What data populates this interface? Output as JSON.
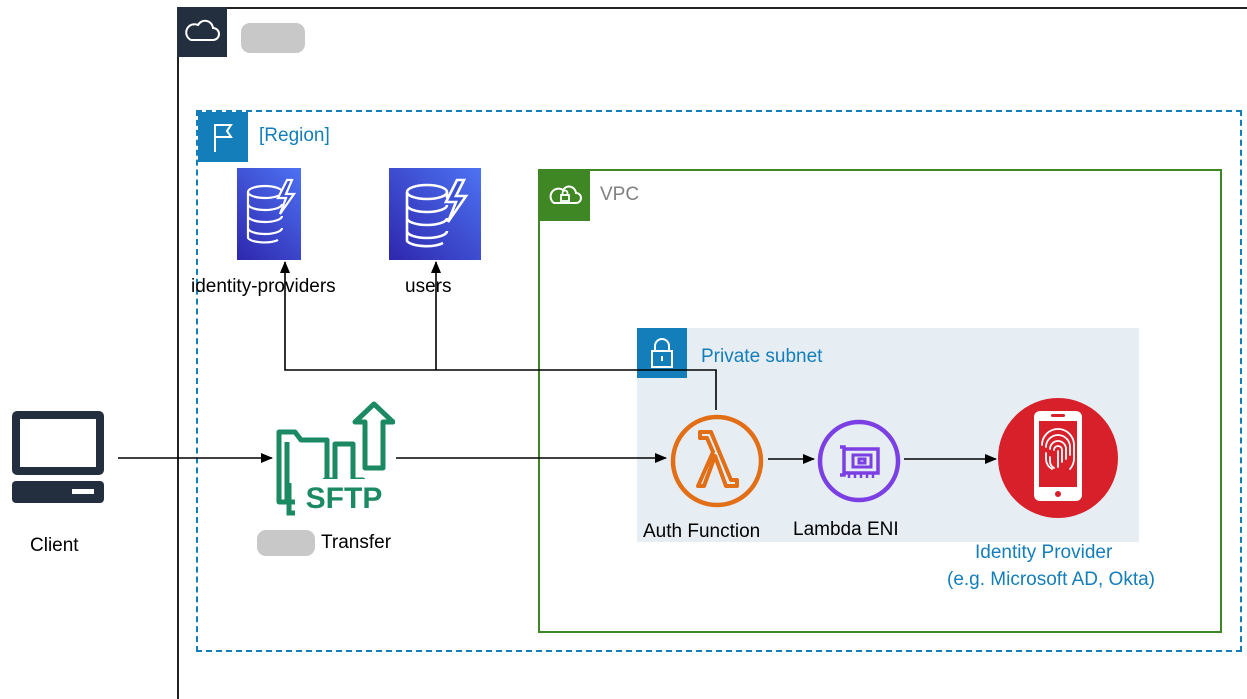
{
  "cloud": {
    "icon": "cloud-icon",
    "label_redacted": true
  },
  "region": {
    "label": "[Region]",
    "icon": "flag-icon",
    "color": "#147EBA"
  },
  "vpc": {
    "label": "VPC",
    "icon": "vpc-cloud-lock-icon",
    "border_color": "#3F8624"
  },
  "subnet": {
    "label": "Private subnet",
    "icon": "padlock-icon",
    "color": "#147EBA",
    "fill": "#E6EEF4"
  },
  "tables": [
    {
      "label": "identity-providers",
      "icon": "dynamodb-icon"
    },
    {
      "label": "users",
      "icon": "dynamodb-icon"
    }
  ],
  "client": {
    "label": "Client",
    "icon": "laptop-icon"
  },
  "transfer": {
    "label": "Transfer",
    "icon": "sftp-icon",
    "prefix_redacted": true,
    "color": "#1B8A62"
  },
  "auth": {
    "label": "Auth Function",
    "icon": "lambda-icon",
    "color": "#E26E15"
  },
  "eni": {
    "label": "Lambda ENI",
    "icon": "network-interface-icon",
    "color": "#7B3FE4"
  },
  "idp": {
    "label_line1": "Identity Provider",
    "label_line2": "(e.g. Microsoft AD, Okta)",
    "icon": "fingerprint-phone-icon",
    "color": "#D7202A"
  },
  "colors": {
    "dynamo_top": "#4D72F3",
    "dynamo_bottom": "#2E27AD",
    "arrow": "#000000"
  }
}
